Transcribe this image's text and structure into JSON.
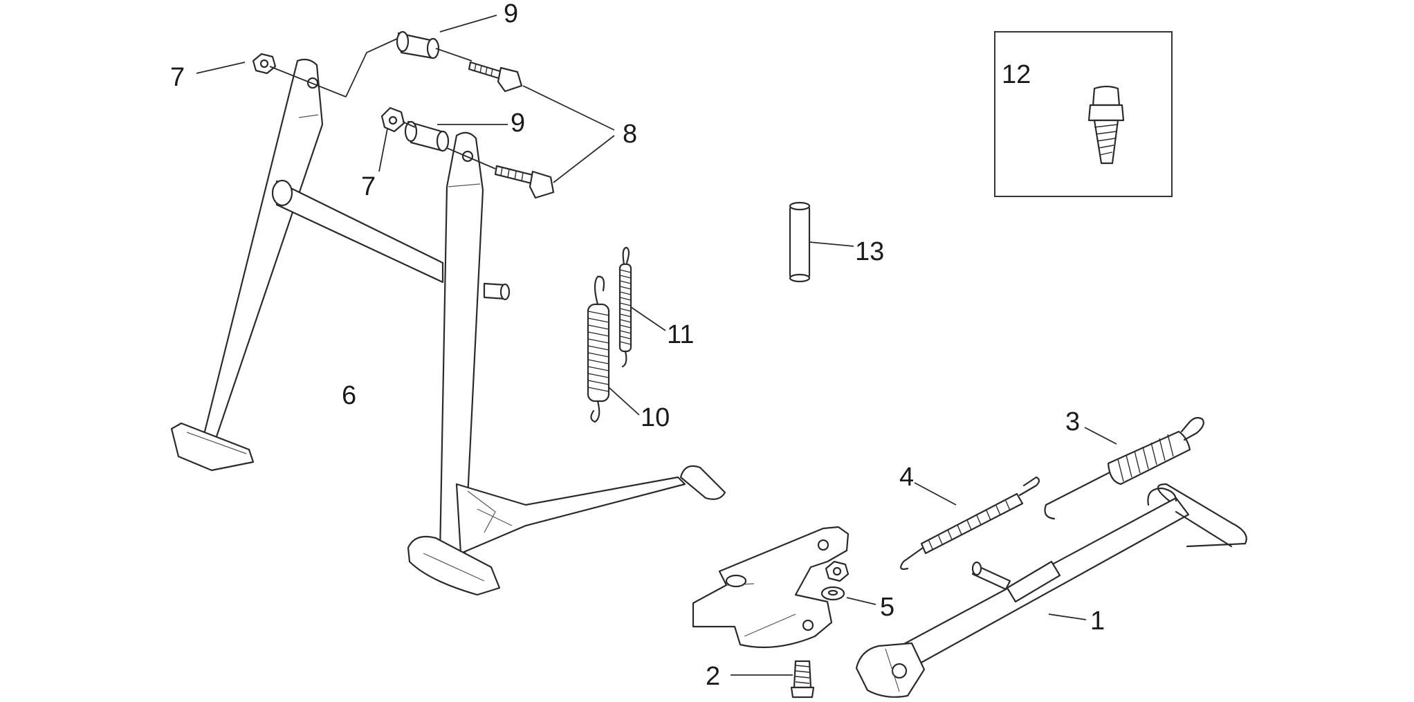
{
  "callouts": [
    {
      "id": "1",
      "text": "1"
    },
    {
      "id": "2",
      "text": "2"
    },
    {
      "id": "3",
      "text": "3"
    },
    {
      "id": "4",
      "text": "4"
    },
    {
      "id": "5",
      "text": "5"
    },
    {
      "id": "6",
      "text": "6"
    },
    {
      "id": "7a",
      "text": "7"
    },
    {
      "id": "7b",
      "text": "7"
    },
    {
      "id": "8",
      "text": "8"
    },
    {
      "id": "9a",
      "text": "9"
    },
    {
      "id": "9b",
      "text": "9"
    },
    {
      "id": "10",
      "text": "10"
    },
    {
      "id": "11",
      "text": "11"
    },
    {
      "id": "12",
      "text": "12"
    },
    {
      "id": "13",
      "text": "13"
    }
  ],
  "colors": {
    "line": "#2a2a2a",
    "background": "#ffffff"
  }
}
